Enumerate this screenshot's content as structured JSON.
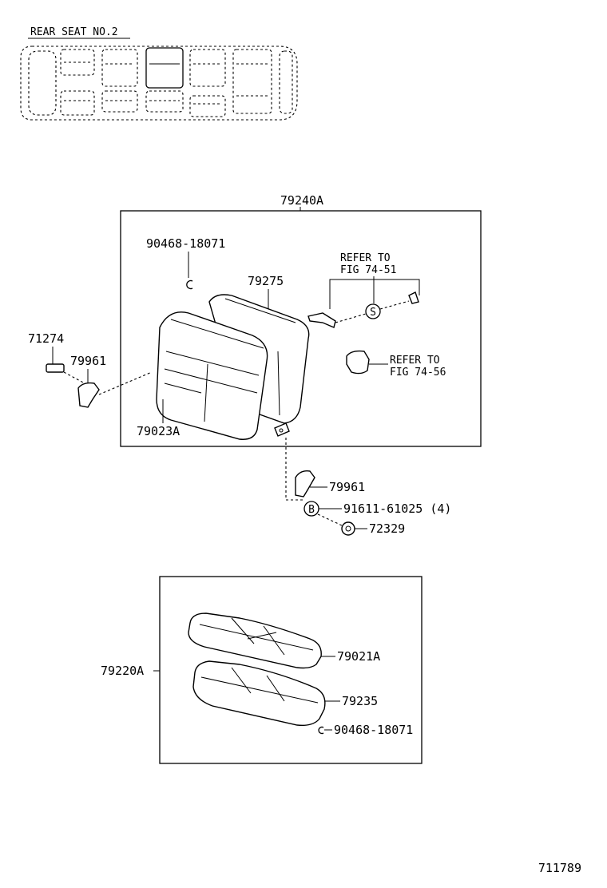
{
  "locator": {
    "title": "REAR SEAT NO.2"
  },
  "backrest_group": {
    "assembly_label": "79240A",
    "clip_label": "90468-18071",
    "back_frame_label": "79275",
    "cover_label": "79023A",
    "refer_upper_line1": "REFER TO",
    "refer_upper_line2": "FIG 74-51",
    "refer_upper_symbol": "S",
    "refer_lower_line1": "REFER TO",
    "refer_lower_line2": "FIG 74-56"
  },
  "side_parts": {
    "cap_label": "71274",
    "hinge_left_label": "79961",
    "hinge_right_label": "79961",
    "bolt_symbol": "B",
    "bolt_label": "91611-61025 (4)",
    "nut_label": "72329"
  },
  "cushion_group": {
    "assembly_label": "79220A",
    "cover_label": "79021A",
    "pad_label": "79235",
    "clip_label": "90468-18071"
  },
  "footer": {
    "figure_id": "711789"
  }
}
